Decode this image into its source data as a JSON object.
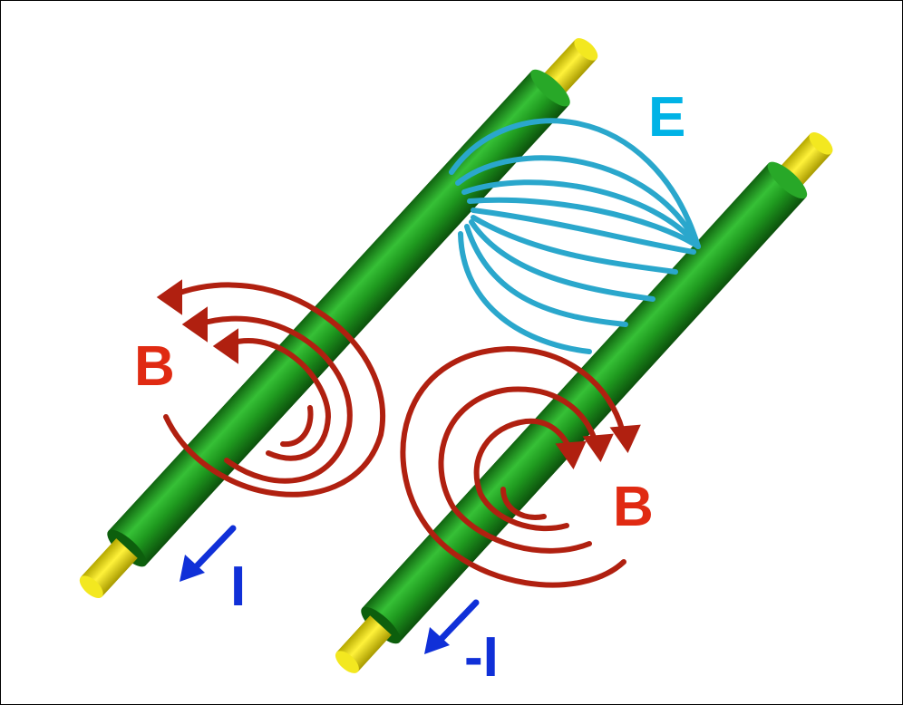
{
  "labels": {
    "electric_field": "E",
    "magnetic_field_left": "B",
    "magnetic_field_right": "B",
    "current_left": "I",
    "current_right": "-I"
  },
  "colors": {
    "conductor_green": "#1f9a1f",
    "conductor_core_yellow": "#f0e400",
    "electric_field_cyan": "#2aa7cc",
    "electric_field_label": "#00b3e6",
    "magnetic_field_red": "#b02010",
    "magnetic_label_red": "#e02a12",
    "current_blue": "#1030d8"
  }
}
